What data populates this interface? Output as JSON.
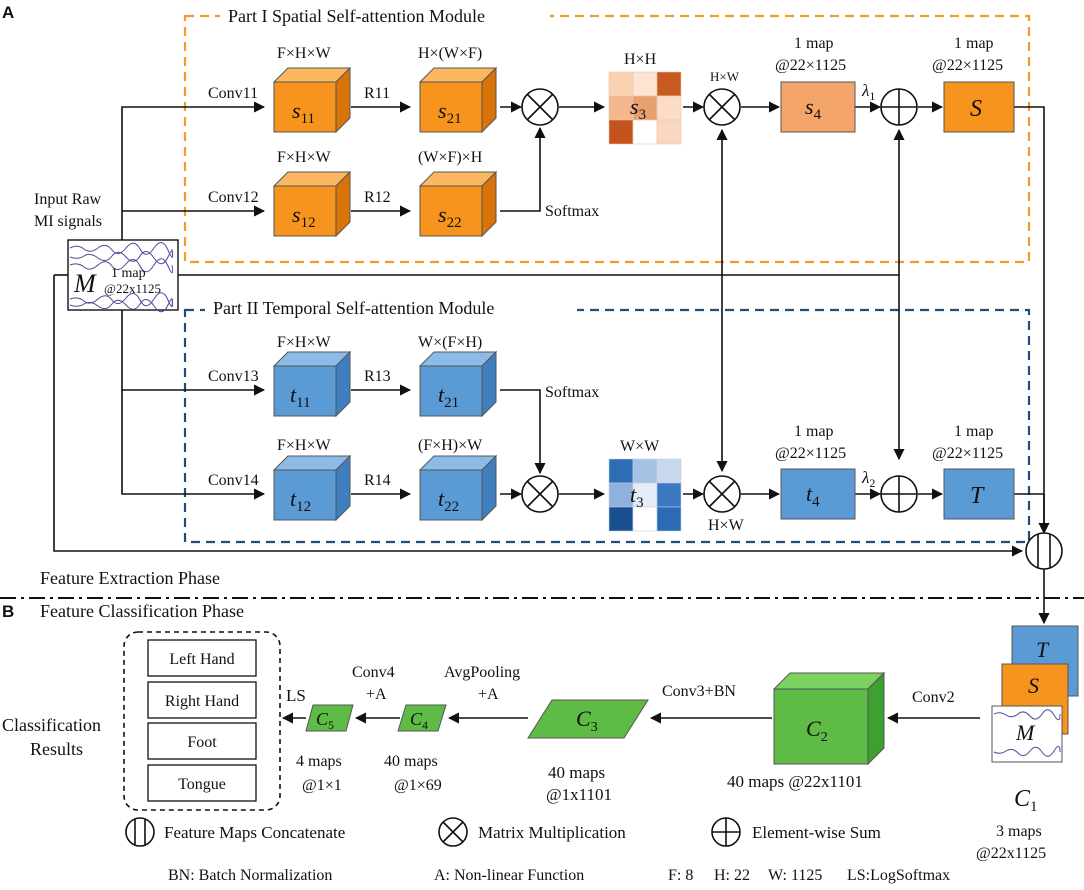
{
  "labels": {
    "panel_a": "A",
    "panel_b": "B",
    "part1_title": "Part I  Spatial Self-attention Module",
    "part2_title": "Part II Temporal Self-attention Module",
    "input_line1": "Input Raw",
    "input_line2": "MI signals",
    "m_symbol": "M",
    "m_maps": "1 map",
    "m_size": "@22x1125",
    "fe_phase": "Feature Extraction Phase",
    "fc_phase": "Feature Classification Phase"
  },
  "spatial": {
    "conv11": "Conv11",
    "conv12": "Conv12",
    "r11": "R11",
    "r12": "R12",
    "dim_s11": "F×H×W",
    "dim_s21": "H×(W×F)",
    "dim_s12": "F×H×W",
    "dim_s22": "(W×F)×H",
    "s11_base": "s",
    "s11_sub": "11",
    "s21_base": "s",
    "s21_sub": "21",
    "s12_base": "s",
    "s12_sub": "12",
    "s22_base": "s",
    "s22_sub": "22",
    "softmax": "Softmax",
    "dim_s3": "H×H",
    "s3_base": "s",
    "s3_sub": "3",
    "dim_mult": "H×W",
    "s4_maps": "1 map",
    "s4_size": "@22×1125",
    "s4_base": "s",
    "s4_sub": "4",
    "lambda_base": "λ",
    "lambda_sub": "1",
    "S_maps": "1 map",
    "S_size": "@22×1125",
    "S_label": "S"
  },
  "temporal": {
    "conv13": "Conv13",
    "conv14": "Conv14",
    "r13": "R13",
    "r14": "R14",
    "dim_t11": "F×H×W",
    "dim_t21": "W×(F×H)",
    "dim_t12": "F×H×W",
    "dim_t22": "(F×H)×W",
    "t11_base": "t",
    "t11_sub": "11",
    "t21_base": "t",
    "t21_sub": "21",
    "t12_base": "t",
    "t12_sub": "12",
    "t22_base": "t",
    "t22_sub": "22",
    "softmax": "Softmax",
    "dim_t3": "W×W",
    "t3_base": "t",
    "t3_sub": "3",
    "dim_mult": "H×W",
    "t4_maps": "1 map",
    "t4_size": "@22×1125",
    "t4_base": "t",
    "t4_sub": "4",
    "lambda_base": "λ",
    "lambda_sub": "2",
    "T_maps": "1 map",
    "T_size": "@22×1125",
    "T_label": "T"
  },
  "classification": {
    "results_title1": "Classification",
    "results_title2": "Results",
    "classes": [
      "Left Hand",
      "Right Hand",
      "Foot",
      "Tongue"
    ],
    "ls": "LS",
    "conv4_line1": "Conv4",
    "conv4_line2": "+A",
    "avgpool_line1": "AvgPooling",
    "avgpool_line2": "+A",
    "conv3": "Conv3+BN",
    "conv2": "Conv2",
    "c5_base": "C",
    "c5_sub": "5",
    "c4_base": "C",
    "c4_sub": "4",
    "c3_base": "C",
    "c3_sub": "3",
    "c2_base": "C",
    "c2_sub": "2",
    "c1_base": "C",
    "c1_sub": "1",
    "c5_maps": "4 maps",
    "c5_size": "@1×1",
    "c4_maps": "40 maps",
    "c4_size": "@1×69",
    "c3_maps": "40 maps",
    "c3_size": "@1x1101",
    "c2_caption": "40 maps @22x1101",
    "c1_maps": "3 maps",
    "c1_size": "@22x1125",
    "stack_T": "T",
    "stack_S": "S",
    "stack_M": "M"
  },
  "legend": {
    "concat": "Feature Maps Concatenate",
    "matmul": "Matrix Multiplication",
    "sum": "Element-wise Sum",
    "bn": "BN: Batch Normalization",
    "a": "A: Non-linear Function",
    "f": "F: 8",
    "h": "H: 22",
    "w": "W: 1125",
    "ls": "LS:LogSoftmax"
  },
  "colors": {
    "orange": "#f7941d",
    "orange_light": "#f4a56a",
    "blue": "#5b9bd5",
    "green": "#5dbb46",
    "part1_border": "#f39b2b",
    "part2_border": "#1f4e79"
  },
  "heatmaps": {
    "s3_cells": [
      "#f9d2b4",
      "#fde4d2",
      "#c85a20",
      "#f4b68c",
      "#e9a070",
      "#fbdcc6",
      "#c4531e",
      "#ffffff",
      "#f9d8bf"
    ],
    "t3_cells": [
      "#2e6db5",
      "#a5c1e3",
      "#c6d7ee",
      "#8fb1dc",
      "#e4ecf7",
      "#3a78bf",
      "#1a4f8f",
      "#ffffff",
      "#2c6ab3"
    ]
  }
}
